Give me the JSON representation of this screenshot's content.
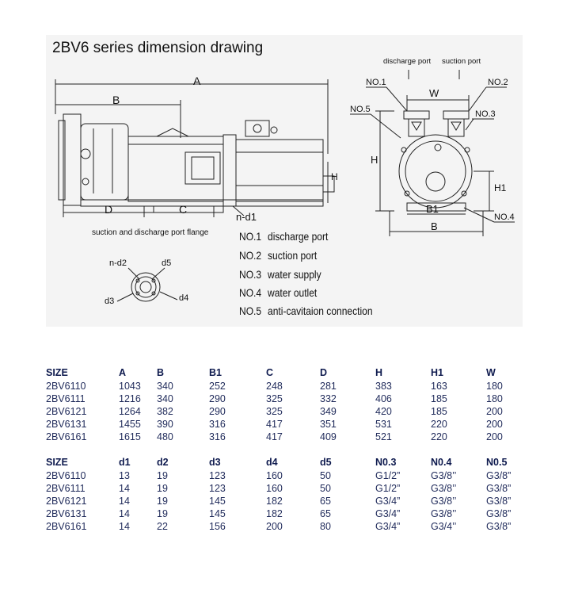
{
  "drawing": {
    "title": "2BV6  series dimension drawing",
    "dim_labels": {
      "A": "A",
      "B": "B",
      "C": "C",
      "D": "D",
      "nd1": "n-d1",
      "W": "W",
      "H": "H",
      "H1": "H1",
      "B1": "B1",
      "B_side": "B"
    },
    "port_labels": {
      "discharge": "discharge port",
      "suction": "suction port"
    },
    "no_tags": {
      "no1": "NO.1",
      "no2": "NO.2",
      "no3": "NO.3",
      "no4": "NO.4",
      "no5": "NO.5"
    },
    "flange": {
      "caption": "suction and discharge port flange",
      "nd2": "n-d2",
      "d3": "d3",
      "d4": "d4",
      "d5": "d5"
    },
    "legend": [
      {
        "no": "NO.1",
        "text": "discharge port"
      },
      {
        "no": "NO.2",
        "text": "suction port"
      },
      {
        "no": "NO.3",
        "text": "water supply"
      },
      {
        "no": "NO.4",
        "text": "water outlet"
      },
      {
        "no": "NO.5",
        "text": "anti-cavitaion connection"
      }
    ]
  },
  "table1": {
    "headers": [
      "SIZE",
      "A",
      "B",
      "B1",
      "C",
      "D",
      "H",
      "H1",
      "W"
    ],
    "rows": [
      [
        "2BV6110",
        "1043",
        "340",
        "252",
        "248",
        "281",
        "383",
        "163",
        "180"
      ],
      [
        "2BV6111",
        "1216",
        "340",
        "290",
        "325",
        "332",
        "406",
        "185",
        "180"
      ],
      [
        "2BV6121",
        "1264",
        "382",
        "290",
        "325",
        "349",
        "420",
        "185",
        "200"
      ],
      [
        "2BV6131",
        "1455",
        "390",
        "316",
        "417",
        "351",
        "531",
        "220",
        "200"
      ],
      [
        "2BV6161",
        "1615",
        "480",
        "316",
        "417",
        "409",
        "521",
        "220",
        "200"
      ]
    ]
  },
  "table2": {
    "headers": [
      "SIZE",
      "d1",
      "d2",
      "d3",
      "d4",
      "d5",
      "N0.3",
      "N0.4",
      "N0.5"
    ],
    "rows": [
      [
        "2BV6110",
        "13",
        "19",
        "123",
        "160",
        "50",
        "G1/2”",
        "G3/8’’",
        "G3/8”"
      ],
      [
        "2BV6111",
        "14",
        "19",
        "123",
        "160",
        "50",
        "G1/2”",
        "G3/8’’",
        "G3/8”"
      ],
      [
        "2BV6121",
        "14",
        "19",
        "145",
        "182",
        "65",
        "G3/4”",
        "G3/8’’",
        "G3/8”"
      ],
      [
        "2BV6131",
        "14",
        "19",
        "145",
        "182",
        "65",
        "G3/4”",
        "G3/8’’",
        "G3/8”"
      ],
      [
        "2BV6161",
        "14",
        "22",
        "156",
        "200",
        "80",
        "G3/4”",
        "G3/4’’",
        "G3/8”"
      ]
    ]
  }
}
